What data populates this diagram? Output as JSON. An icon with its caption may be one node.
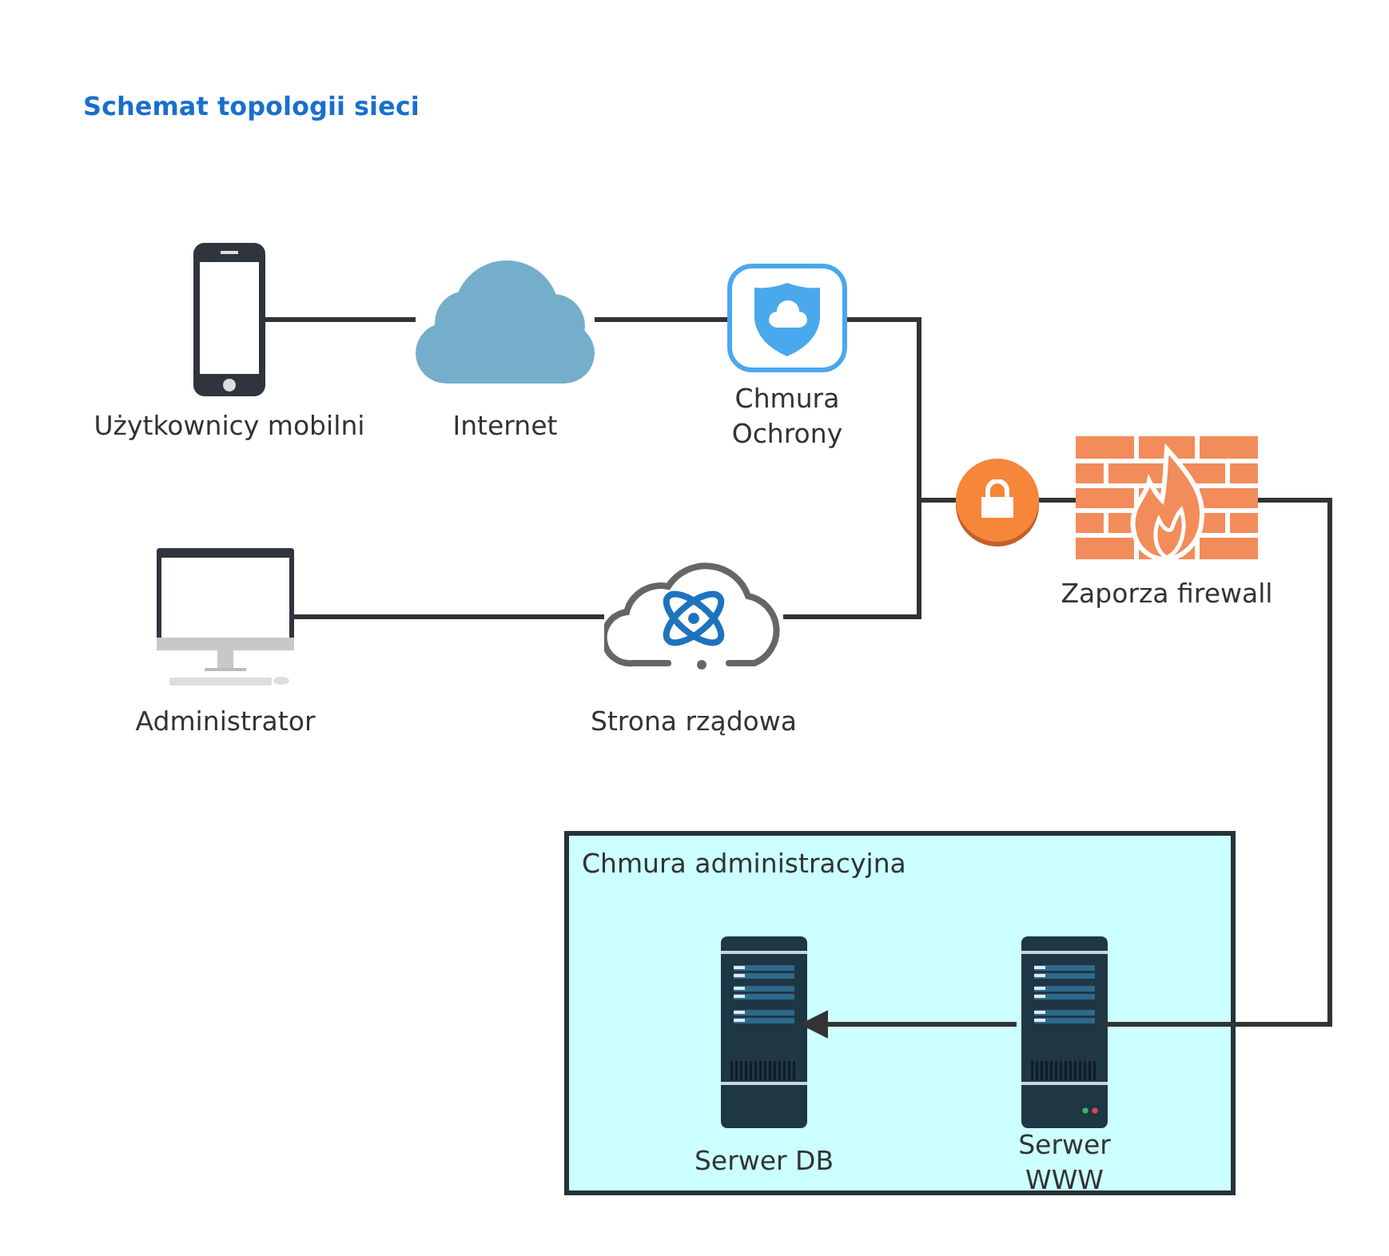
{
  "diagram": {
    "title": "Schemat topologii sieci",
    "nodes": [
      {
        "text": [
          "Użytkownicy mobilni"
        ]
      },
      {
        "text": [
          "Internet"
        ]
      },
      {
        "text": [
          "Chmura Ochrony"
        ]
      },
      {
        "text": [],
        "shape": "circle"
      },
      {
        "text": [
          "Zaporza firewall"
        ]
      },
      {
        "text": [
          "Administrator"
        ]
      },
      {
        "text": [
          "Strona rządowa"
        ]
      },
      {
        "text": [
          "Chmura administracyjna"
        ]
      },
      {
        "text": [
          "Serwer DB"
        ],
        "in": 7
      },
      {
        "text": [
          "Serwer WWW"
        ],
        "in": 7
      }
    ],
    "edges": [
      {
        "from": 0,
        "to": 1,
        "arrow": "none"
      },
      {
        "from": 1,
        "to": 2,
        "arrow": "none"
      },
      {
        "from": 2,
        "to": 3,
        "arrow": "none"
      },
      {
        "from": 6,
        "to": 3,
        "arrow": "none"
      },
      {
        "from": 5,
        "to": 6,
        "arrow": "none"
      },
      {
        "from": 3,
        "to": 4,
        "arrow": "none"
      },
      {
        "from": 4,
        "to": 9,
        "arrow": "none"
      },
      {
        "from": 9,
        "to": 8,
        "arrow": "to"
      }
    ]
  }
}
